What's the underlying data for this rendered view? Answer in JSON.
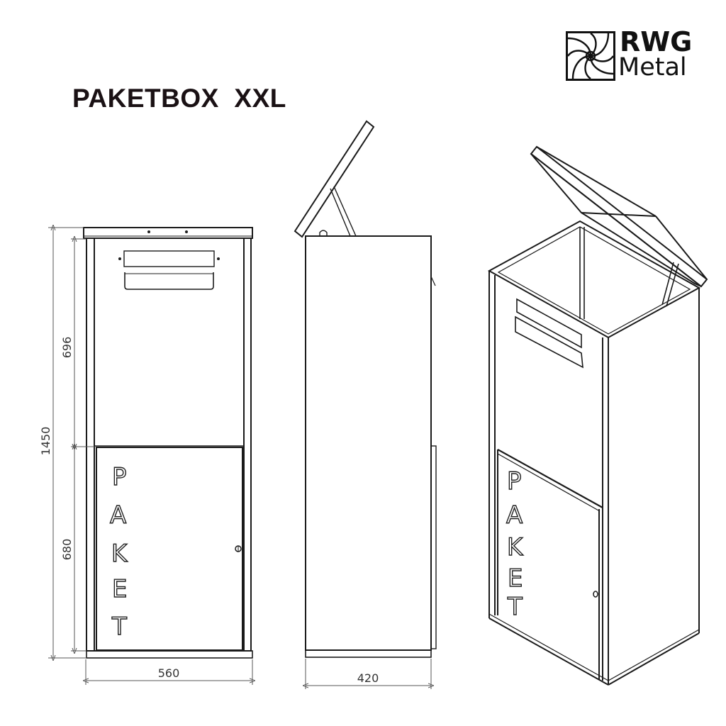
{
  "title": "PAKETBOX  XXL",
  "brand": {
    "line1": "RWG",
    "line2": "Metal",
    "icon": "spiral-aperture-logo-icon"
  },
  "front_view": {
    "door_lettering": [
      "P",
      "A",
      "K",
      "E",
      "T"
    ],
    "dimensions": {
      "total_height": "1450",
      "upper_height": "696",
      "lower_height": "680",
      "width": "560"
    }
  },
  "side_view": {
    "dimensions": {
      "depth": "420"
    }
  },
  "iso_view": {
    "door_lettering": [
      "P",
      "A",
      "K",
      "E",
      "T"
    ]
  },
  "colors": {
    "line": "#1a1a1a",
    "dim_line": "#555555",
    "background": "#ffffff"
  }
}
